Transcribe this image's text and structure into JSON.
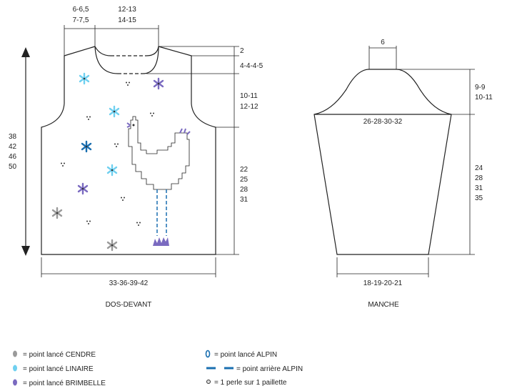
{
  "front": {
    "title": "DOS-DEVANT",
    "shoulder_w": [
      "6-6,5",
      "7-7,5"
    ],
    "neck_w": [
      "12-13",
      "14-15"
    ],
    "h_shoulder": "2",
    "h_neck": "4-4-4-5",
    "h_arm": [
      "10-11",
      "12-12"
    ],
    "h_body": [
      "22",
      "25",
      "28",
      "31"
    ],
    "total_h": [
      "38",
      "42",
      "46",
      "50"
    ],
    "width": "33-36-39-42"
  },
  "sleeve": {
    "title": "MANCHE",
    "top_w": "6",
    "cap_h": [
      "9-9",
      "10-11"
    ],
    "cap_w": "26-28-30-32",
    "h": [
      "24",
      "28",
      "31",
      "35"
    ],
    "bottom_w": "18-19-20-21"
  },
  "legend": [
    {
      "label": "= point lancé CENDRE",
      "color": "#9a9a9a"
    },
    {
      "label": "= point lancé LINAIRE",
      "color": "#6fd0f0"
    },
    {
      "label": "= point lancé BRIMBELLE",
      "color": "#7a6ac0"
    },
    {
      "label": "= point lancé ALPIN",
      "color": "#1a6fb0"
    },
    {
      "label": "= point arrière ALPIN",
      "color": "#1a6fb0"
    },
    {
      "label": "= 1 perle sur 1 paillette",
      "color": "#555555"
    }
  ]
}
